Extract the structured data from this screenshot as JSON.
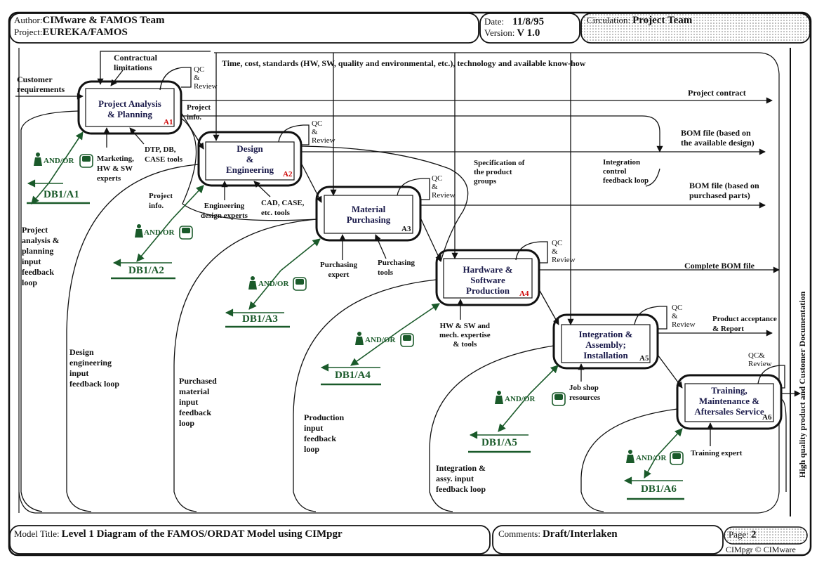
{
  "header": {
    "author_label": "Author:",
    "author": "CIMware & FAMOS Team",
    "project_label": "Project:",
    "project": "EUREKA/FAMOS",
    "date_label": "Date:",
    "date": "11/8/95",
    "version_label": "Version:",
    "version": "V 1.0",
    "circulation_label": "Circulation:",
    "circulation": "Project Team"
  },
  "footer": {
    "model_title_label": "Model Title:",
    "model_title": "Level 1 Diagram of the FAMOS/ORDAT Model using CIMpgr",
    "comments_label": "Comments:",
    "comments": "Draft/Interlaken",
    "page_label": "Page:",
    "page": "2",
    "copyright": "CIMpgr © CIMware"
  },
  "colors": {
    "box_text": "#1a1a4a",
    "activity_code": "#cc0000",
    "database": "#1a5a2a"
  },
  "activities": [
    {
      "code": "A1",
      "lines": [
        "Project Analysis",
        "& Planning"
      ],
      "code_color": "red"
    },
    {
      "code": "A2",
      "lines": [
        "Design",
        "&",
        "Engineering"
      ],
      "code_color": "red"
    },
    {
      "code": "A3",
      "lines": [
        "Material",
        "Purchasing"
      ],
      "code_color": "black"
    },
    {
      "code": "A4",
      "lines": [
        "Hardware &",
        "Software",
        "Production"
      ],
      "code_color": "red"
    },
    {
      "code": "A5",
      "lines": [
        "Integration &",
        "Assembly;",
        "Installation"
      ],
      "code_color": "black"
    },
    {
      "code": "A6",
      "lines": [
        "Training,",
        "Maintenance &",
        "Aftersales Service"
      ],
      "code_color": "black"
    }
  ],
  "databases": [
    "DB1/A1",
    "DB1/A2",
    "DB1/A3",
    "DB1/A4",
    "DB1/A5",
    "DB1/A6"
  ],
  "andor": "AND/OR",
  "qc_review": [
    "QC",
    "&",
    "Review"
  ],
  "qc_review_a6": [
    "QC&",
    "Review"
  ],
  "labels": {
    "customer_requirements": [
      "Customer",
      "requirements"
    ],
    "contractual_limitations": [
      "Contractual",
      "limitations"
    ],
    "controls_top": "Time, cost, standards (HW, SW, quality and environmental, etc.), technology and available know-how",
    "project_contract": "Project contract",
    "bom_design": [
      "BOM file (based on",
      "the available design)"
    ],
    "bom_purchased": [
      "BOM file (based on",
      "purchased parts)"
    ],
    "complete_bom": "Complete BOM file",
    "product_acceptance": [
      "Product acceptance",
      "& Report"
    ],
    "high_quality": "High quality product and  Customer Documentation",
    "project_info_1": [
      "Project",
      "info."
    ],
    "project_info_2": [
      "Project",
      "info."
    ],
    "marketing": [
      "Marketing,",
      "HW & SW",
      "experts"
    ],
    "dtp": [
      "DTP, DB,",
      "CASE tools"
    ],
    "eng_experts": [
      "Engineering",
      "design experts"
    ],
    "cad": [
      "CAD, CASE,",
      "etc. tools"
    ],
    "purch_expert": [
      "Purchasing",
      "expert"
    ],
    "purch_tools": [
      "Purchasing",
      "tools"
    ],
    "spec": [
      "Specification of",
      "the product",
      "groups"
    ],
    "integration_control": [
      "Integration",
      "control",
      "feedback loop"
    ],
    "hwsw_expertise": [
      "HW & SW and",
      "mech. expertise",
      "& tools"
    ],
    "job_shop": [
      "Job shop",
      "resources"
    ],
    "training_expert": "Training expert",
    "fb_project": [
      "Project",
      "analysis &",
      "planning",
      "input",
      "feedback",
      "loop"
    ],
    "fb_design": [
      "Design",
      "engineering",
      "input",
      "feedback loop"
    ],
    "fb_purchased": [
      "Purchased",
      "material",
      "input",
      "feedback",
      "loop"
    ],
    "fb_production": [
      "Production",
      "input",
      "feedback",
      "loop"
    ],
    "fb_integration": [
      "Integration &",
      "assy. input",
      "feedback loop"
    ]
  }
}
